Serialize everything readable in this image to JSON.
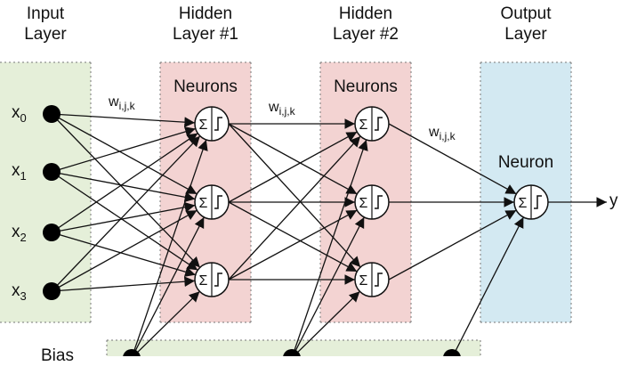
{
  "layers": {
    "input": {
      "title_line1": "Input",
      "title_line2": "Layer"
    },
    "hidden1": {
      "title_line1": "Hidden",
      "title_line2": "Layer #1",
      "neurons_label": "Neurons"
    },
    "hidden2": {
      "title_line1": "Hidden",
      "title_line2": "Layer #2",
      "neurons_label": "Neurons"
    },
    "output": {
      "title_line1": "Output",
      "title_line2": "Layer",
      "neuron_label": "Neuron"
    }
  },
  "inputs": [
    {
      "base": "x",
      "sub": "0"
    },
    {
      "base": "x",
      "sub": "1"
    },
    {
      "base": "x",
      "sub": "2"
    },
    {
      "base": "x",
      "sub": "3"
    }
  ],
  "weight_label": {
    "base": "w",
    "sub": "i,j,k"
  },
  "output_label": "y",
  "bias_label": "Bias",
  "neuron_symbols": {
    "sum": "Σ"
  },
  "colors": {
    "input_band": "#e5efd9",
    "hidden_band": "#f3d3d2",
    "output_band": "#d3e9f2",
    "bias_band": "#e5efd9",
    "line": "#111111"
  }
}
